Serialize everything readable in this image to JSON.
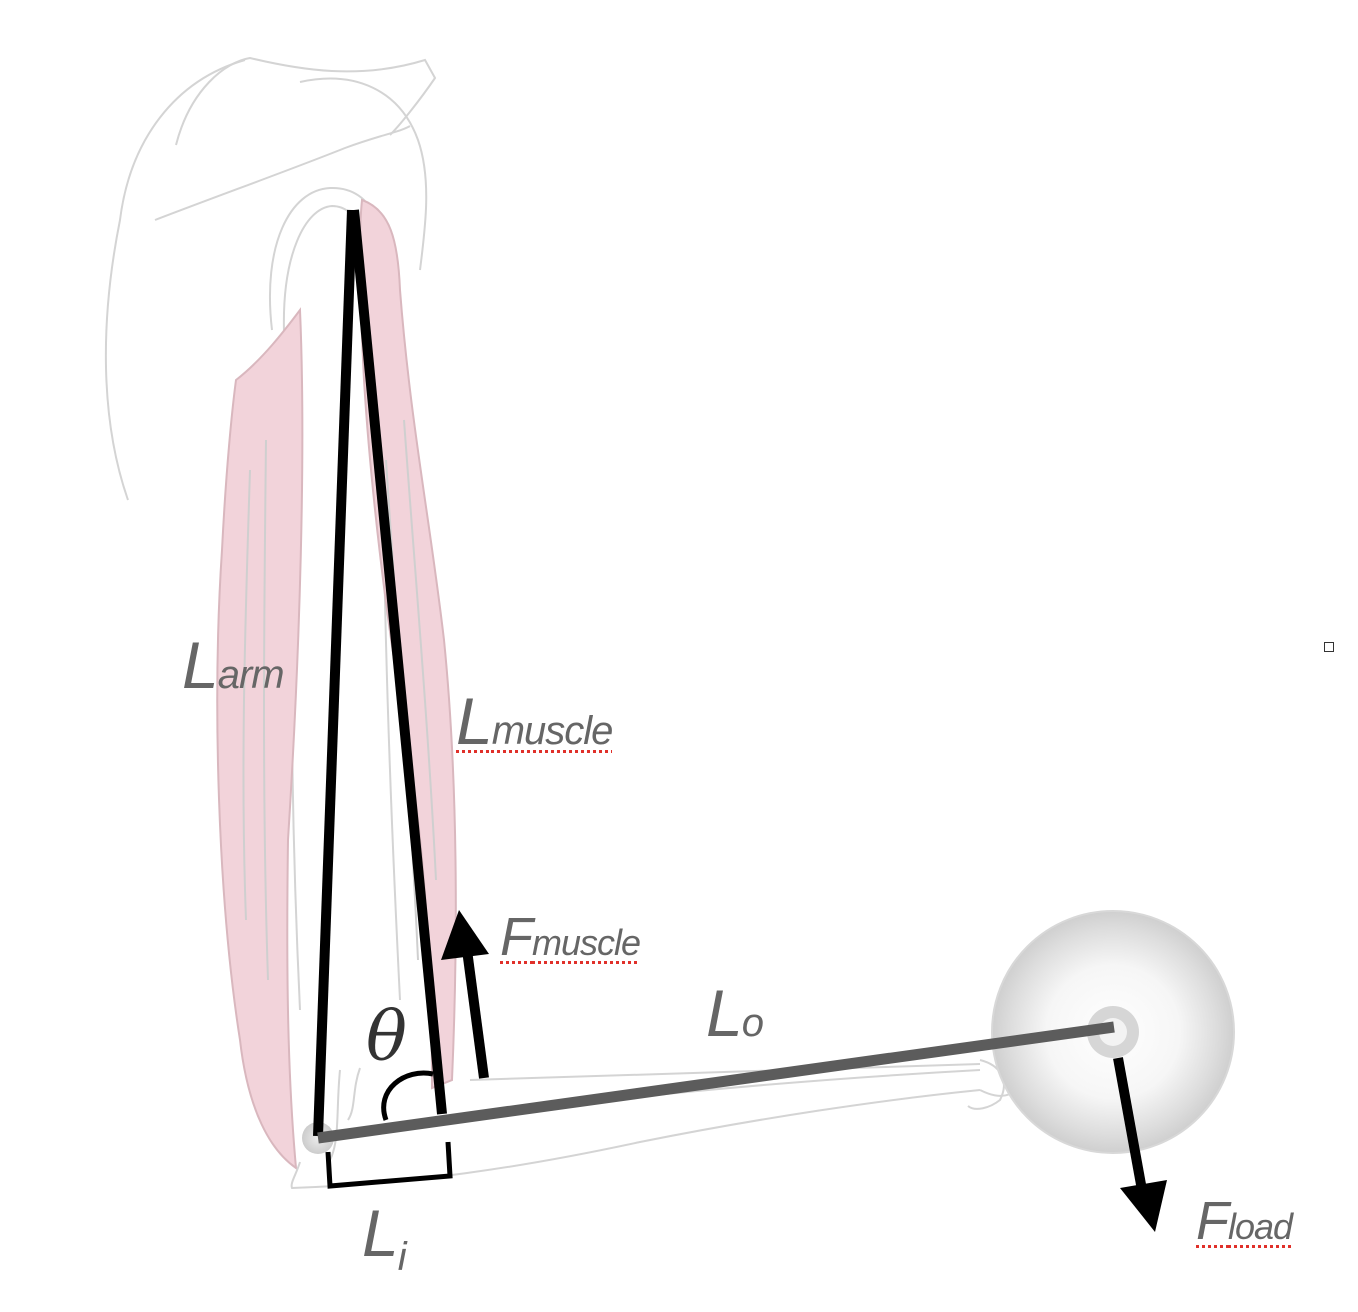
{
  "labels": {
    "arm_main": "L",
    "arm_sub": "arm",
    "muscle_main": "L",
    "muscle_sub": "muscle",
    "fmuscle_main": "F",
    "fmuscle_sub": "muscle",
    "lo_main": "L",
    "lo_sub": "o",
    "li_main": "L",
    "li_sub": "i",
    "fload_main": "F",
    "fload_sub": "load",
    "theta": "θ"
  },
  "colors": {
    "muscle_fill": "#f2d3da",
    "outline": "#d4d4d4",
    "line_black": "#000000",
    "lever_gray": "#5c5c5c",
    "label_gray": "#666666"
  }
}
